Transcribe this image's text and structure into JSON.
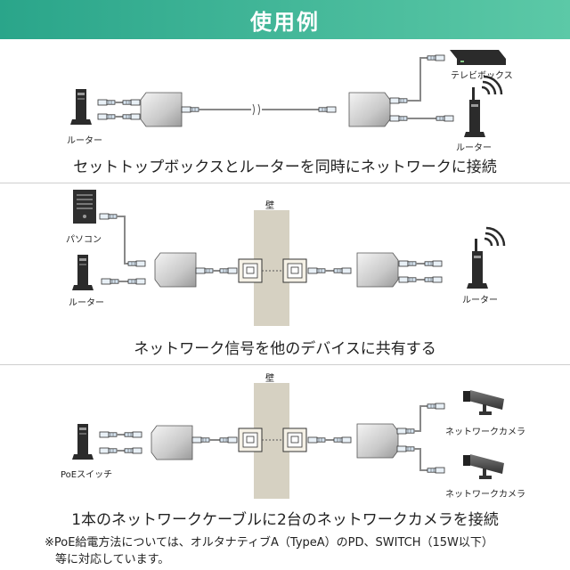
{
  "header": {
    "title": "使用例"
  },
  "section1": {
    "labels": {
      "router_left": "ルーター",
      "settop": "テレビボックス",
      "router_right": "ルーター"
    },
    "caption": "セットトップボックスとルーターを同時にネットワークに接続"
  },
  "section2": {
    "labels": {
      "pc": "パソコン",
      "router_left": "ルーター",
      "wall": "壁",
      "router_right": "ルーター"
    },
    "caption": "ネットワーク信号を他のデバイスに共有する"
  },
  "section3": {
    "labels": {
      "poe_switch": "PoEスイッチ",
      "wall": "壁",
      "camera_top": "ネットワークカメラ",
      "camera_bottom": "ネットワークカメラ"
    },
    "caption": "1本のネットワークケーブルに2台のネットワークカメラを接続",
    "note_line1": "※PoE給電方法については、オルタナティブA（TypeA）のPD、SWITCH（15W以下）",
    "note_line2": "等に対応しています。"
  }
}
